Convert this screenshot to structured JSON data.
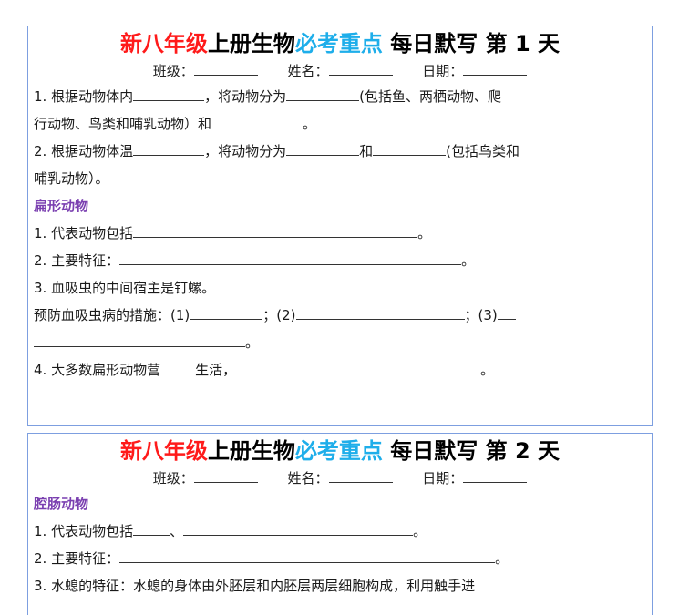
{
  "colors": {
    "border": "#7d9fe0",
    "title_red": "#ff1a1a",
    "title_black": "#000000",
    "title_blue": "#1eaeea",
    "section_purple": "#7a3fb0"
  },
  "info_labels": {
    "class": "班级：",
    "name": "姓名：",
    "date": "日期："
  },
  "day1": {
    "title": {
      "part_red": "新八年级",
      "part_black1": "上册生物",
      "part_blue": "必考重点",
      "part_black2": " 每日默写 第 1 天"
    },
    "intro": [
      {
        "a": "1. 根据动物体内",
        "b": "，将动物分为",
        "c": "(包括鱼、两栖动物、爬"
      },
      {
        "a": "行动物、鸟类和哺乳动物）和",
        "b": "。"
      },
      {
        "a": "2. 根据动物体温",
        "b": "，将动物分为",
        "c": "和",
        "d": "(包括鸟类和"
      },
      {
        "a": "哺乳动物）。"
      }
    ],
    "section": "扁形动物",
    "items": [
      {
        "a": "1. 代表动物包括",
        "b": "。"
      },
      {
        "a": "2. 主要特征：",
        "b": "。"
      },
      {
        "a": "3. 血吸虫的中间宿主是钉螺。"
      },
      {
        "a": "预防血吸虫病的措施：(1)",
        "b": "；(2)",
        "c": "；(3)"
      },
      {
        "a": "。"
      },
      {
        "a": "4. 大多数扁形动物营",
        "b": "生活，",
        "c": "。"
      }
    ]
  },
  "day2": {
    "title": {
      "part_red": "新八年级",
      "part_black1": "上册生物",
      "part_blue": "必考重点",
      "part_black2": " 每日默写 第 2 天"
    },
    "section": "腔肠动物",
    "items": [
      {
        "a": "1. 代表动物包括",
        "b": "、",
        "c": "。"
      },
      {
        "a": "2. 主要特征：",
        "b": "。"
      },
      {
        "a": "3. 水螅的特征：水螅的身体由外胚层和内胚层两层细胞构成，利用触手进"
      }
    ]
  }
}
